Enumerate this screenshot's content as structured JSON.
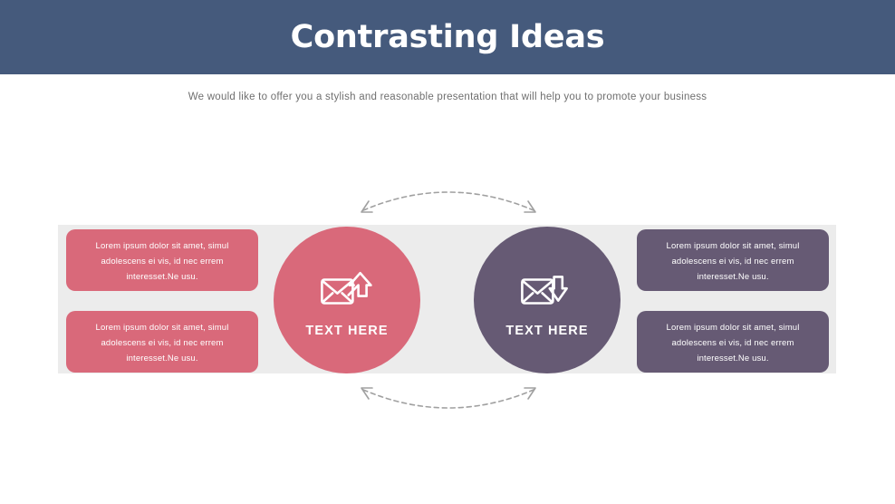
{
  "header": {
    "title": "Contrasting Ideas",
    "background_color": "#455a7c",
    "title_color": "#ffffff"
  },
  "subtitle": {
    "text": "We would like to offer you a stylish and reasonable presentation that will help you to promote your business",
    "color": "#6f6f6f"
  },
  "theme": {
    "pink": "#d9697a",
    "purple": "#665a74",
    "band_gray": "#ececec",
    "arrow_gray": "#a0a0a0",
    "page_background": "#ffffff"
  },
  "left": {
    "circle": {
      "label": "TEXT HERE",
      "color": "#d9697a",
      "icon": "envelope-up-arrow-icon"
    },
    "boxes": [
      {
        "text": "Lorem ipsum dolor sit amet, simul adolescens ei vis, id nec errem interesset.Ne usu.",
        "color": "#d9697a"
      },
      {
        "text": "Lorem ipsum dolor sit amet, simul adolescens ei vis, id nec errem interesset.Ne usu.",
        "color": "#d9697a"
      }
    ]
  },
  "right": {
    "circle": {
      "label": "TEXT HERE",
      "color": "#665a74",
      "icon": "envelope-down-arrow-icon"
    },
    "boxes": [
      {
        "text": "Lorem ipsum dolor sit amet, simul adolescens ei vis, id nec errem interesset.Ne usu.",
        "color": "#665a74"
      },
      {
        "text": "Lorem ipsum dolor sit amet, simul adolescens ei vis, id nec errem interesset.Ne usu.",
        "color": "#665a74"
      }
    ]
  },
  "connectors": {
    "top": {
      "icon": "dashed-arc-double-arrow-down-icon",
      "color": "#a0a0a0"
    },
    "bottom": {
      "icon": "dashed-arc-double-arrow-up-icon",
      "color": "#a0a0a0"
    }
  }
}
